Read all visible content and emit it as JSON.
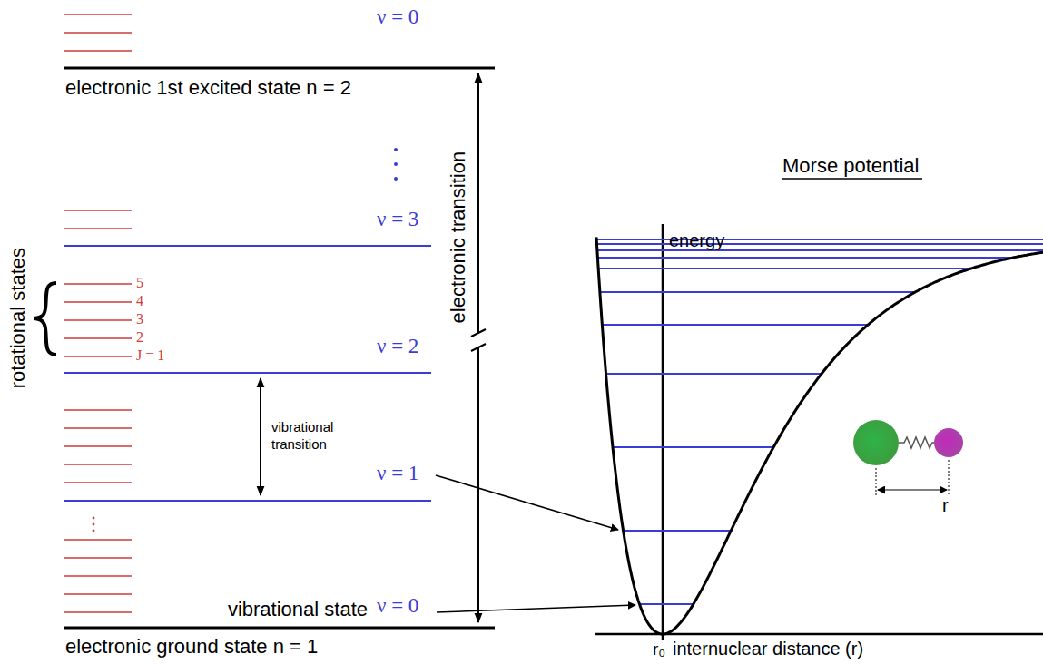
{
  "diagram": {
    "labels": [
      "ν = 0",
      "electronic 1st excited state n = 2",
      "ν = 3",
      "rotational states",
      "5",
      "4",
      "3",
      "2",
      "J = 1",
      "ν = 2",
      "vibrational transition",
      "electronic transition",
      "ν = 1",
      "vibrational state",
      "ν = 0",
      "electronic ground state n = 1",
      "Morse potential",
      "energy",
      "internuclear distance (r)",
      "r₀",
      "r"
    ]
  }
}
